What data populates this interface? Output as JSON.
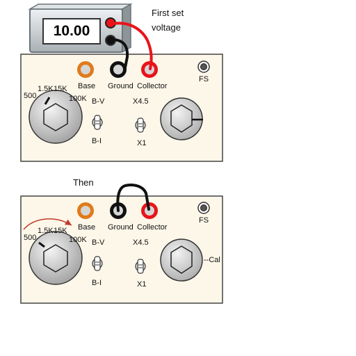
{
  "meter": {
    "reading": "10.00"
  },
  "notes": {
    "first_line1": "First set",
    "first_line2": "voltage",
    "then": "Then"
  },
  "panel1": {
    "jacks": {
      "base": "Base",
      "ground": "Ground",
      "collector": "Collector"
    },
    "fs": "FS",
    "dial": {
      "r500": "500",
      "r1_5k": "1.5K",
      "r15k": "15K",
      "r100k": "100K"
    },
    "switch_bv": {
      "top": "B-V",
      "bottom": "B-I"
    },
    "switch_x": {
      "top": "X4.5",
      "bottom": "X1"
    }
  },
  "panel2": {
    "jacks": {
      "base": "Base",
      "ground": "Ground",
      "collector": "Collector"
    },
    "fs": "FS",
    "dial": {
      "r500": "500",
      "r1_5k": "1.5K",
      "r15k": "15K",
      "r100k": "100K"
    },
    "switch_bv": {
      "top": "B-V",
      "bottom": "B-I"
    },
    "switch_x": {
      "top": "X4.5",
      "bottom": "X1"
    },
    "cal": "--Cal"
  },
  "colors": {
    "panel_bg": "#fdf7e9",
    "base_jack": "#e07a1a",
    "collector_jack": "#e8141a",
    "ground_jack": "#111111",
    "red_wire": "#e8141a",
    "black_wire": "#111111"
  }
}
